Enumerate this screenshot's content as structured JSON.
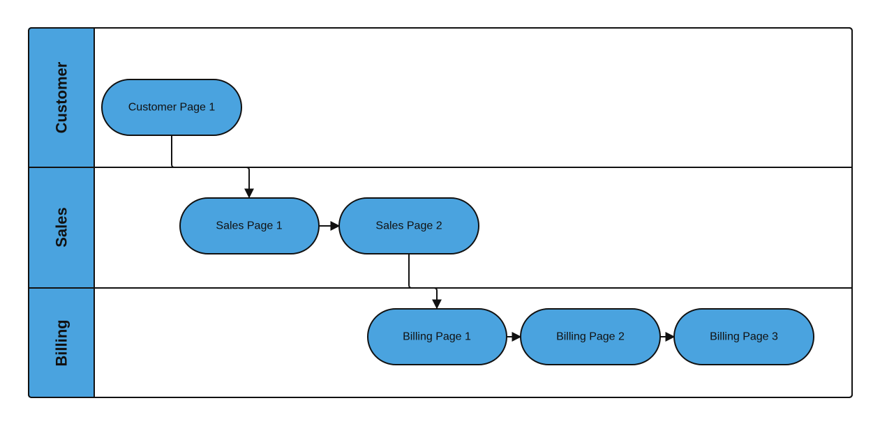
{
  "colors": {
    "lane_header": "#4aa3df",
    "node_fill": "#4aa3df",
    "stroke": "#111111",
    "background": "#ffffff"
  },
  "lanes": [
    {
      "id": "customer",
      "label": "Customer"
    },
    {
      "id": "sales",
      "label": "Sales"
    },
    {
      "id": "billing",
      "label": "Billing"
    }
  ],
  "nodes": [
    {
      "id": "customer-page-1",
      "label": "Customer Page 1",
      "lane": "customer"
    },
    {
      "id": "sales-page-1",
      "label": "Sales Page 1",
      "lane": "sales"
    },
    {
      "id": "sales-page-2",
      "label": "Sales Page 2",
      "lane": "sales"
    },
    {
      "id": "billing-page-1",
      "label": "Billing Page 1",
      "lane": "billing"
    },
    {
      "id": "billing-page-2",
      "label": "Billing Page 2",
      "lane": "billing"
    },
    {
      "id": "billing-page-3",
      "label": "Billing Page 3",
      "lane": "billing"
    }
  ],
  "edges": [
    {
      "from": "customer-page-1",
      "to": "sales-page-1"
    },
    {
      "from": "sales-page-1",
      "to": "sales-page-2"
    },
    {
      "from": "sales-page-2",
      "to": "billing-page-1"
    },
    {
      "from": "billing-page-1",
      "to": "billing-page-2"
    },
    {
      "from": "billing-page-2",
      "to": "billing-page-3"
    }
  ]
}
